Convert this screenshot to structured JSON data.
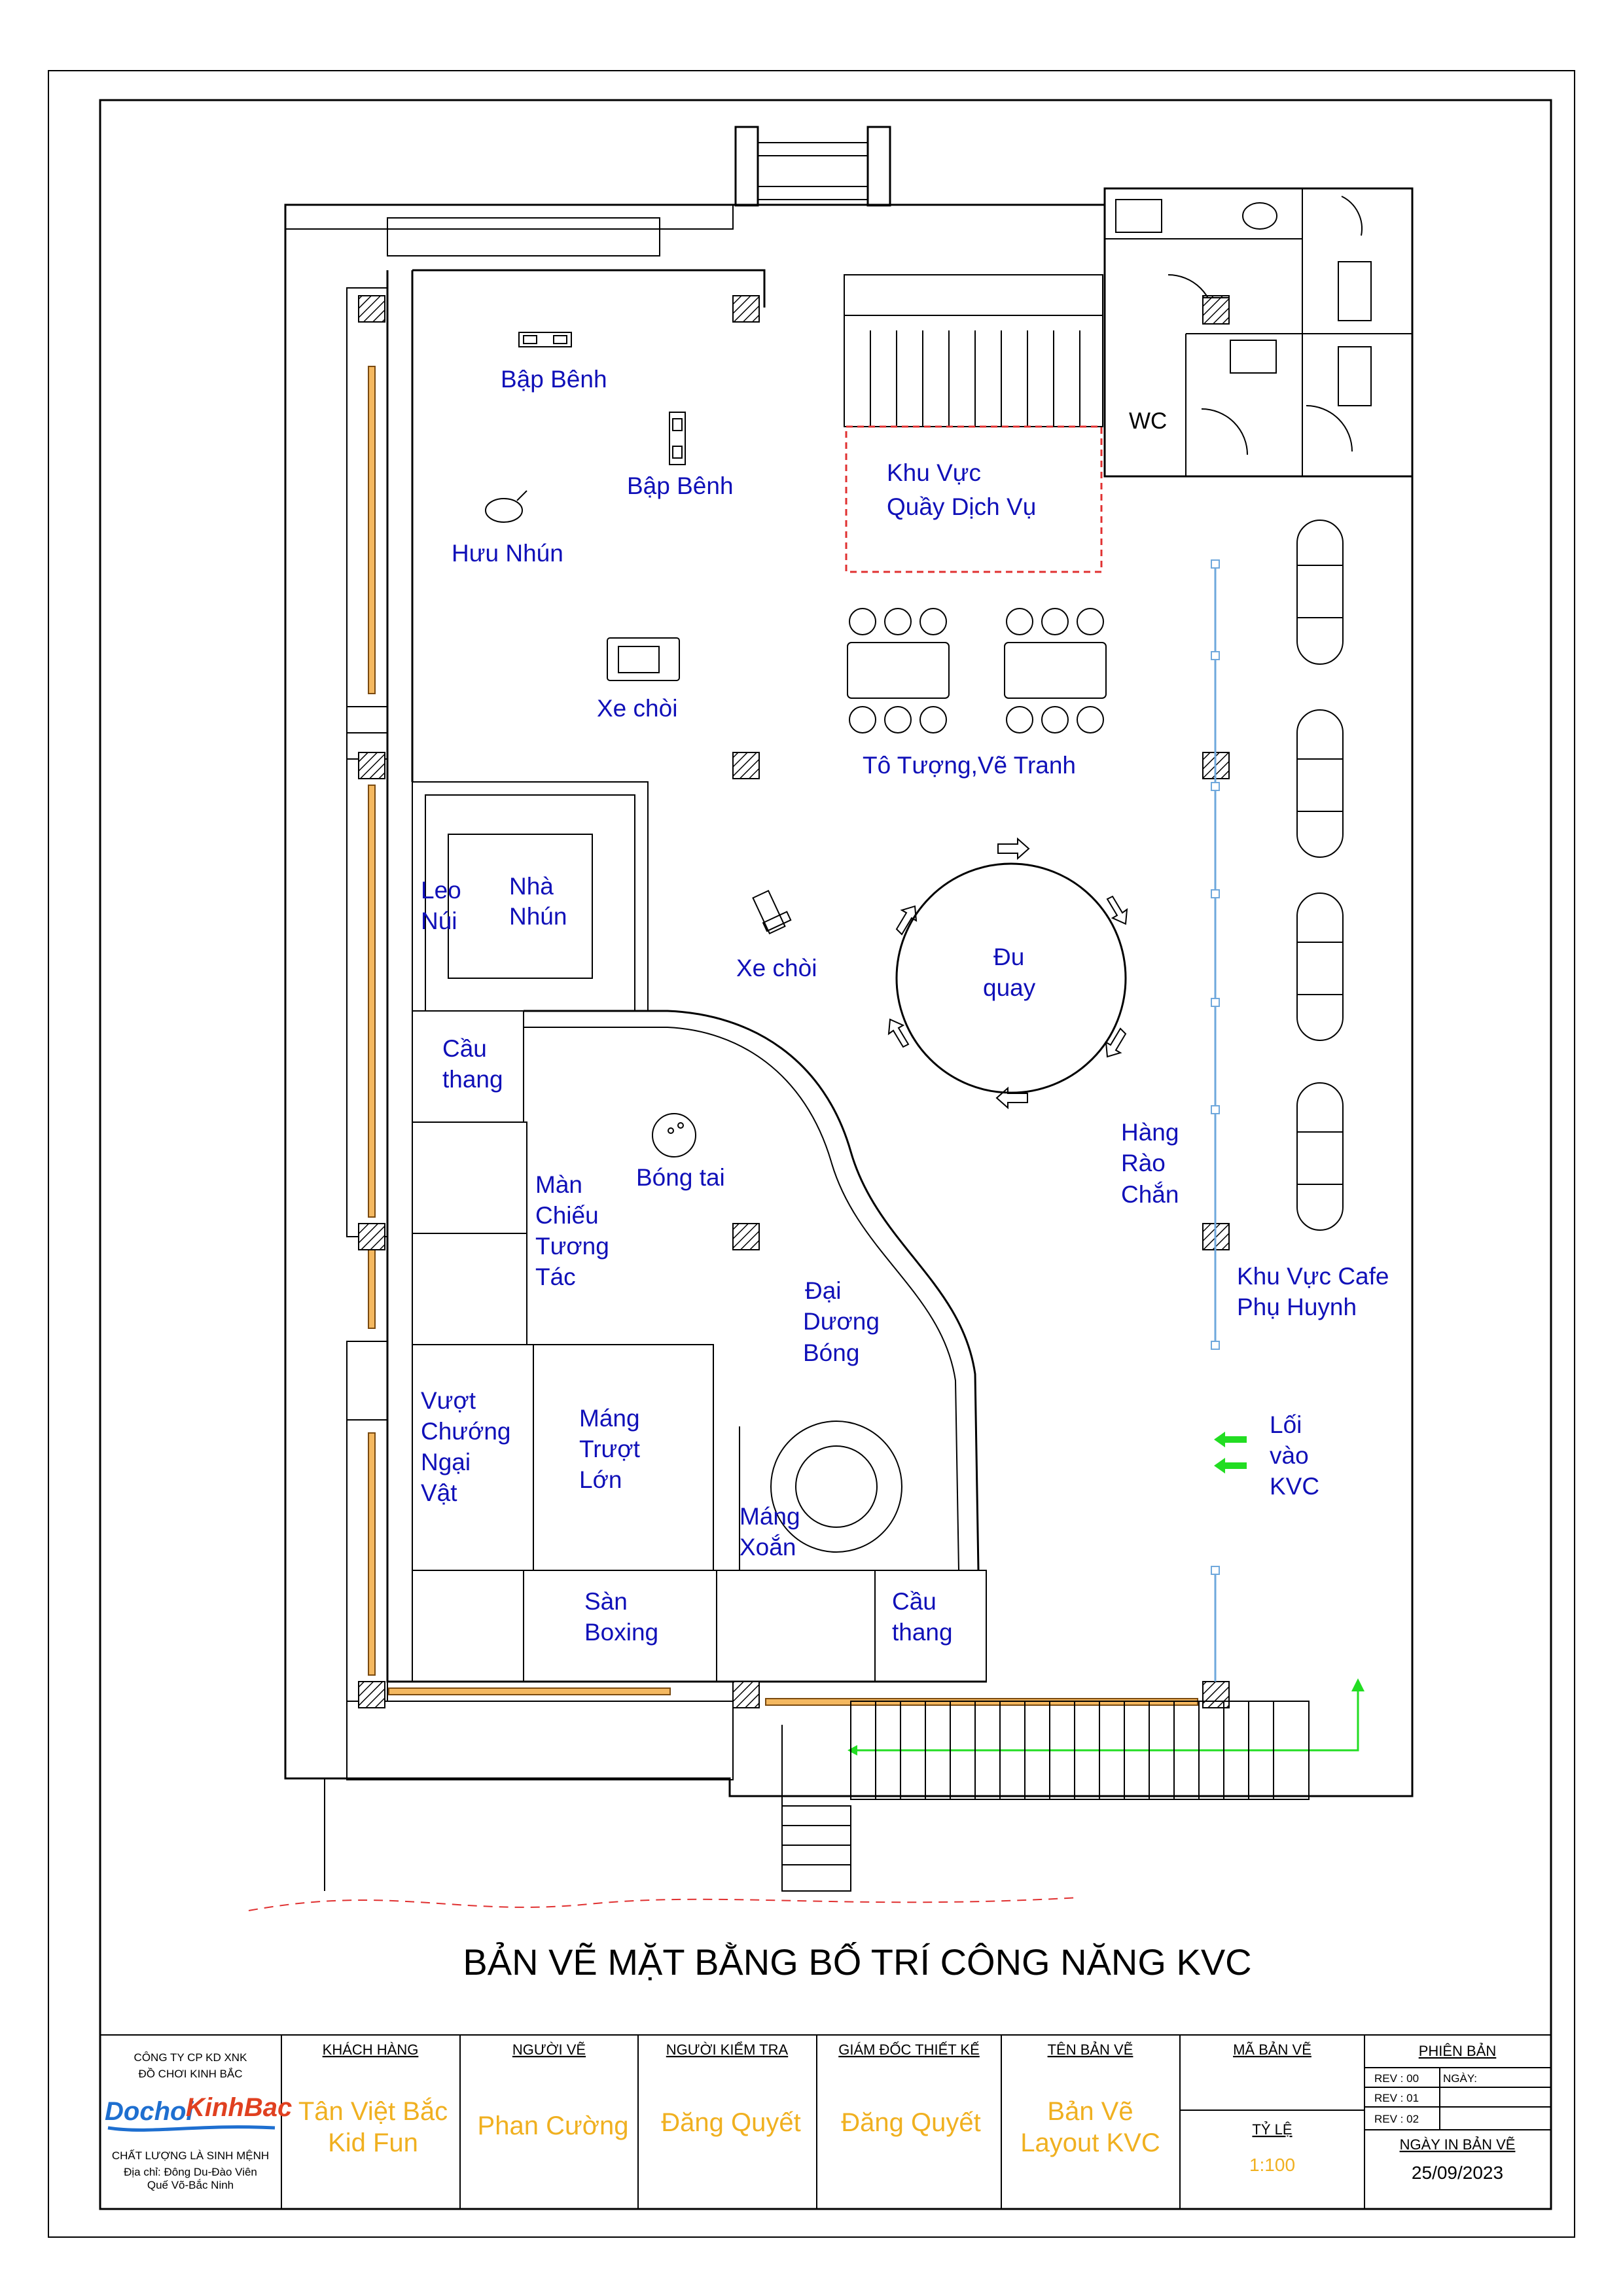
{
  "title": "BẢN VẼ MẶT BẰNG BỐ TRÍ CÔNG NĂNG KVC",
  "labels": {
    "bap_benh_1": "Bập Bênh",
    "bap_benh_2": "Bập Bênh",
    "huu_nhun": "Hưu Nhún",
    "xe_choi_1": "Xe chòi",
    "xe_choi_2": "Xe chòi",
    "khu_vuc_quay": [
      "Khu Vực",
      "Quầy Dịch Vụ"
    ],
    "wc": "WC",
    "to_tuong": "Tô Tượng,Vẽ Tranh",
    "leo_nui": [
      "Leo",
      "Núi"
    ],
    "nha_nhun": [
      "Nhà",
      "Nhún"
    ],
    "du_quay": [
      "Đu",
      "quay"
    ],
    "cau_thang_1": [
      "Cầu",
      "thang"
    ],
    "bong_tai": "Bóng tai",
    "man_chieu": [
      "Màn",
      "Chiếu",
      "Tương",
      "Tác"
    ],
    "hang_rao": [
      "Hàng",
      "Rào",
      "Chắn"
    ],
    "khu_cafe": [
      "Khu Vực Cafe",
      "Phụ Huynh"
    ],
    "dai_duong": [
      "Đại",
      "Dương",
      "Bóng"
    ],
    "vuot_chuong": [
      "Vượt",
      "Chướng",
      "Ngại",
      "Vật"
    ],
    "mang_truot": [
      "Máng",
      "Trượt",
      "Lớn"
    ],
    "loi_vao": [
      "Lối",
      "vào",
      "KVC"
    ],
    "mang_xoan": [
      "Máng",
      "Xoắn"
    ],
    "san_boxing": [
      "Sàn",
      "Boxing"
    ],
    "cau_thang_2": [
      "Cầu",
      "thang"
    ]
  },
  "colors": {
    "label": "#1010b8",
    "title_value": "#f0b020",
    "arrow": "#22dd22",
    "dashed_red": "#e03030",
    "fence": "#6fa8dc",
    "wood": "#f4b860"
  },
  "title_block": {
    "company_line1": "CÔNG TY CP KD XNK",
    "company_line2": "ĐỒ CHƠI KINH BẮC",
    "logo_part1": "Dochoi",
    "logo_part2": "KinhBac",
    "slogan": "CHẤT LƯỢNG LÀ SINH MỆNH",
    "address_line1": "Địa chỉ: Đông Du-Đào Viên",
    "address_line2": "Quế Võ-Bắc Ninh",
    "khach_hang_label": "KHÁCH HÀNG",
    "khach_hang_value": [
      "Tân Việt Bắc",
      "Kid Fun"
    ],
    "nguoi_ve_label": "NGƯỜI VẼ",
    "nguoi_ve_value": "Phan Cường",
    "nguoi_kiem_tra_label": "NGƯỜI KIỂM TRA",
    "nguoi_kiem_tra_value": "Đăng Quyết",
    "giam_doc_label": "GIÁM ĐỐC THIẾT KẾ",
    "giam_doc_value": "Đăng Quyết",
    "ten_ban_ve_label": "TÊN BẢN VẼ",
    "ten_ban_ve_value": [
      "Bản Vẽ",
      "Layout KVC"
    ],
    "ma_ban_ve_label": "MÃ BẢN VẼ",
    "ty_le_label": "TỶ LỆ",
    "ty_le_value": "1:100",
    "phien_ban_label": "PHIÊN BẢN",
    "rev00": "REV : 00",
    "ngay_label": "NGÀY:",
    "rev01": "REV : 01",
    "rev02": "REV : 02",
    "ngay_in_label": "NGÀY IN BẢN VẼ",
    "ngay_in_value": "25/09/2023"
  }
}
